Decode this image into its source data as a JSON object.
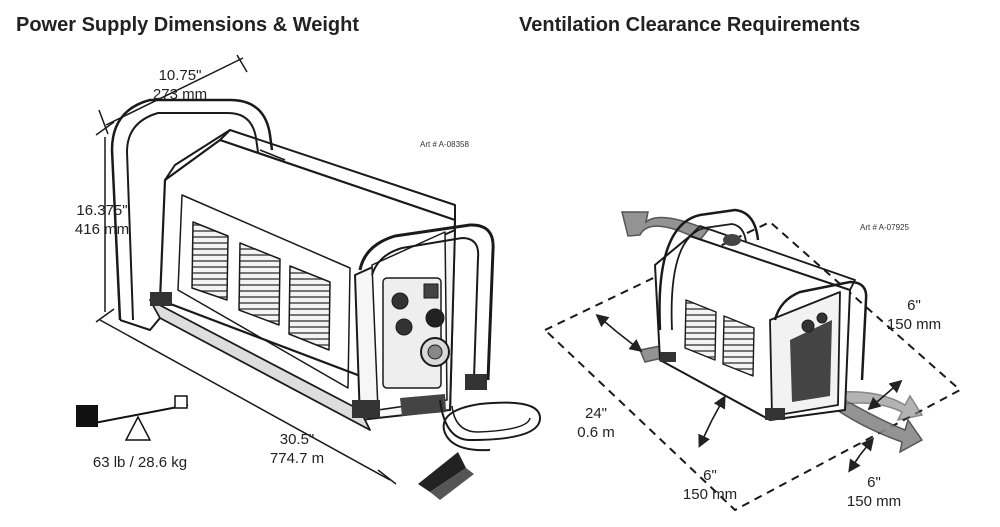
{
  "left": {
    "title": "Power Supply Dimensions & Weight",
    "art": "Art # A-08358",
    "width_in": "10.75\"",
    "width_mm": "273 mm",
    "height_in": "16.375\"",
    "height_mm": "416 mm",
    "length_in": "30.5\"",
    "length_mm": "774.7 m",
    "weight": "63 lb / 28.6 kg"
  },
  "right": {
    "title": "Ventilation Clearance Requirements",
    "art": "Art # A-07925",
    "top_in": "24\"",
    "top_m": "0.6 m",
    "front_in": "6\"",
    "front_mm": "150 mm",
    "side_in": "6\"",
    "side_mm": "150 mm",
    "back_in": "6\"",
    "back_mm": "150 mm"
  }
}
